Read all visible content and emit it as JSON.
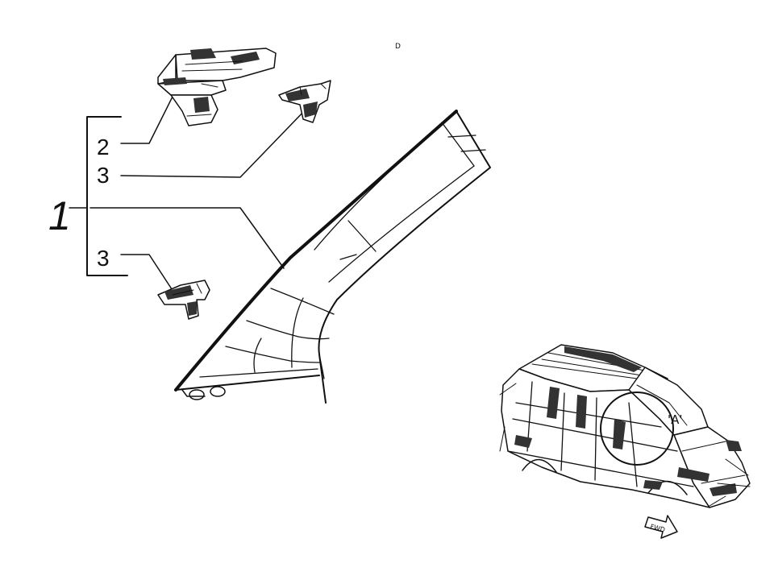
{
  "callouts": {
    "assembly": "1",
    "upper_bracket": "2",
    "upper_clip": "3",
    "lower_clip": "3"
  },
  "view_label": "'A'",
  "direction_label": "FWD",
  "stray_mark": "D",
  "colors": {
    "ink": "#111111",
    "paper": "#ffffff"
  }
}
